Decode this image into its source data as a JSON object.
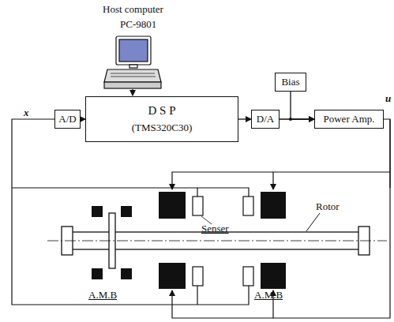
{
  "diagram": {
    "nodes": [
      {
        "text": [
          "A/D"
        ]
      },
      {
        "text": [
          "D S P",
          "(TMS320C30)"
        ]
      },
      {
        "text": [
          "D/A"
        ]
      },
      {
        "text": [
          "Bias"
        ]
      },
      {
        "text": [
          "Power Amp."
        ]
      }
    ],
    "edges": [
      {
        "from": 0,
        "to": 1,
        "arrow": "to"
      },
      {
        "from": 1,
        "to": 2,
        "arrow": "to"
      },
      {
        "from": 2,
        "to": 4,
        "arrow": "to"
      },
      {
        "from": 3,
        "to": 4,
        "arrow": "to"
      }
    ],
    "labels": [
      "Host computer",
      "PC-9801",
      "x",
      "u",
      "Rotor",
      "Senser",
      "A.M.B",
      "A.M.B"
    ]
  }
}
